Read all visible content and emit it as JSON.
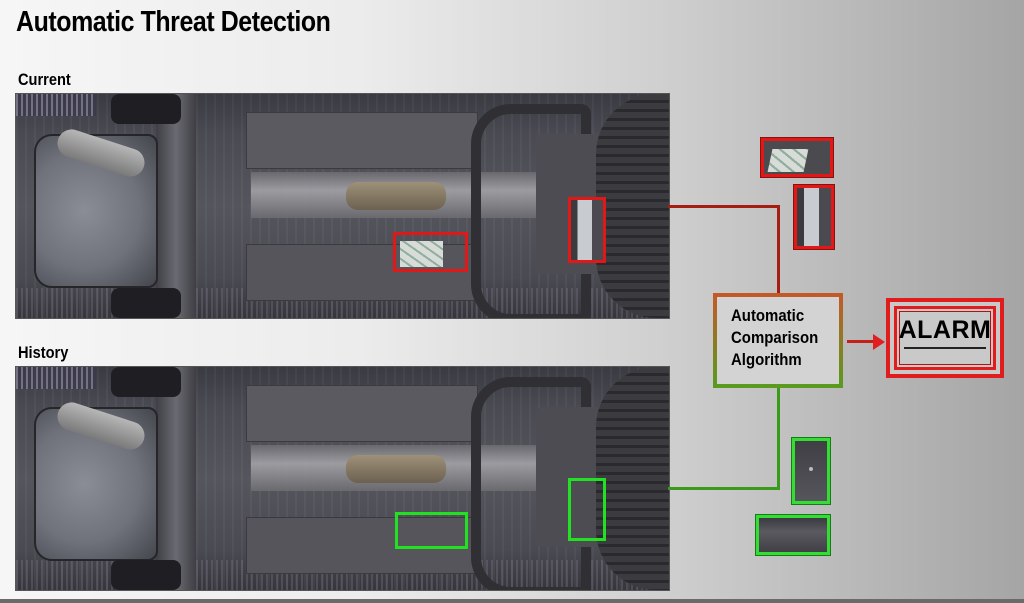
{
  "header": {
    "title": "Automatic Threat Detection"
  },
  "sections": {
    "current": {
      "label": "Current"
    },
    "history": {
      "label": "History"
    }
  },
  "algorithm": {
    "label": "Automatic\nComparison\nAlgorithm"
  },
  "alarm": {
    "label": "ALARM"
  },
  "colors": {
    "detected_threat": "#e01818",
    "baseline_match": "#22e022",
    "connector_red": "#a61d12",
    "connector_green": "#3a9a1a",
    "alarm_border": "#e01c1c"
  },
  "detections": {
    "current": [
      {
        "id": "threat-1",
        "type": "foreign package under floor",
        "status": "red"
      },
      {
        "id": "threat-2",
        "type": "foreign plate near engine",
        "status": "red"
      }
    ],
    "history": [
      {
        "id": "baseline-1",
        "type": "clean floor region",
        "status": "green"
      },
      {
        "id": "baseline-2",
        "type": "clean engine region",
        "status": "green"
      }
    ]
  }
}
